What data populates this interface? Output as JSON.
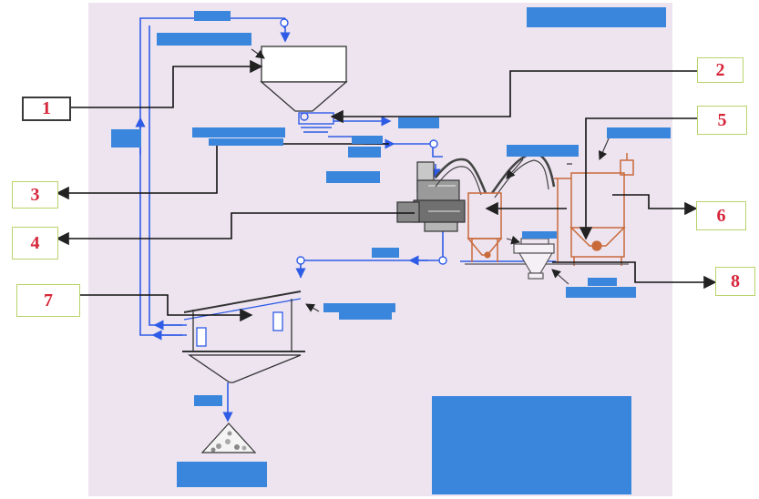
{
  "diagram": {
    "callouts": [
      {
        "id": "1",
        "label": "1"
      },
      {
        "id": "2",
        "label": "2"
      },
      {
        "id": "3",
        "label": "3"
      },
      {
        "id": "4",
        "label": "4"
      },
      {
        "id": "5",
        "label": "5"
      },
      {
        "id": "6",
        "label": "6"
      },
      {
        "id": "7",
        "label": "7"
      },
      {
        "id": "8",
        "label": "8"
      }
    ]
  },
  "colors": {
    "background_panel": "#ede4f0",
    "pipe_line": "#2f5ce6",
    "equipment_outline": "#4a4a4a",
    "silo_outline": "#c96a3a",
    "redaction_block": "#3b86dd",
    "callout_text": "#d6263a",
    "callout_border_dark": "#3a3a3a",
    "callout_border_green": "#b9d36a"
  }
}
